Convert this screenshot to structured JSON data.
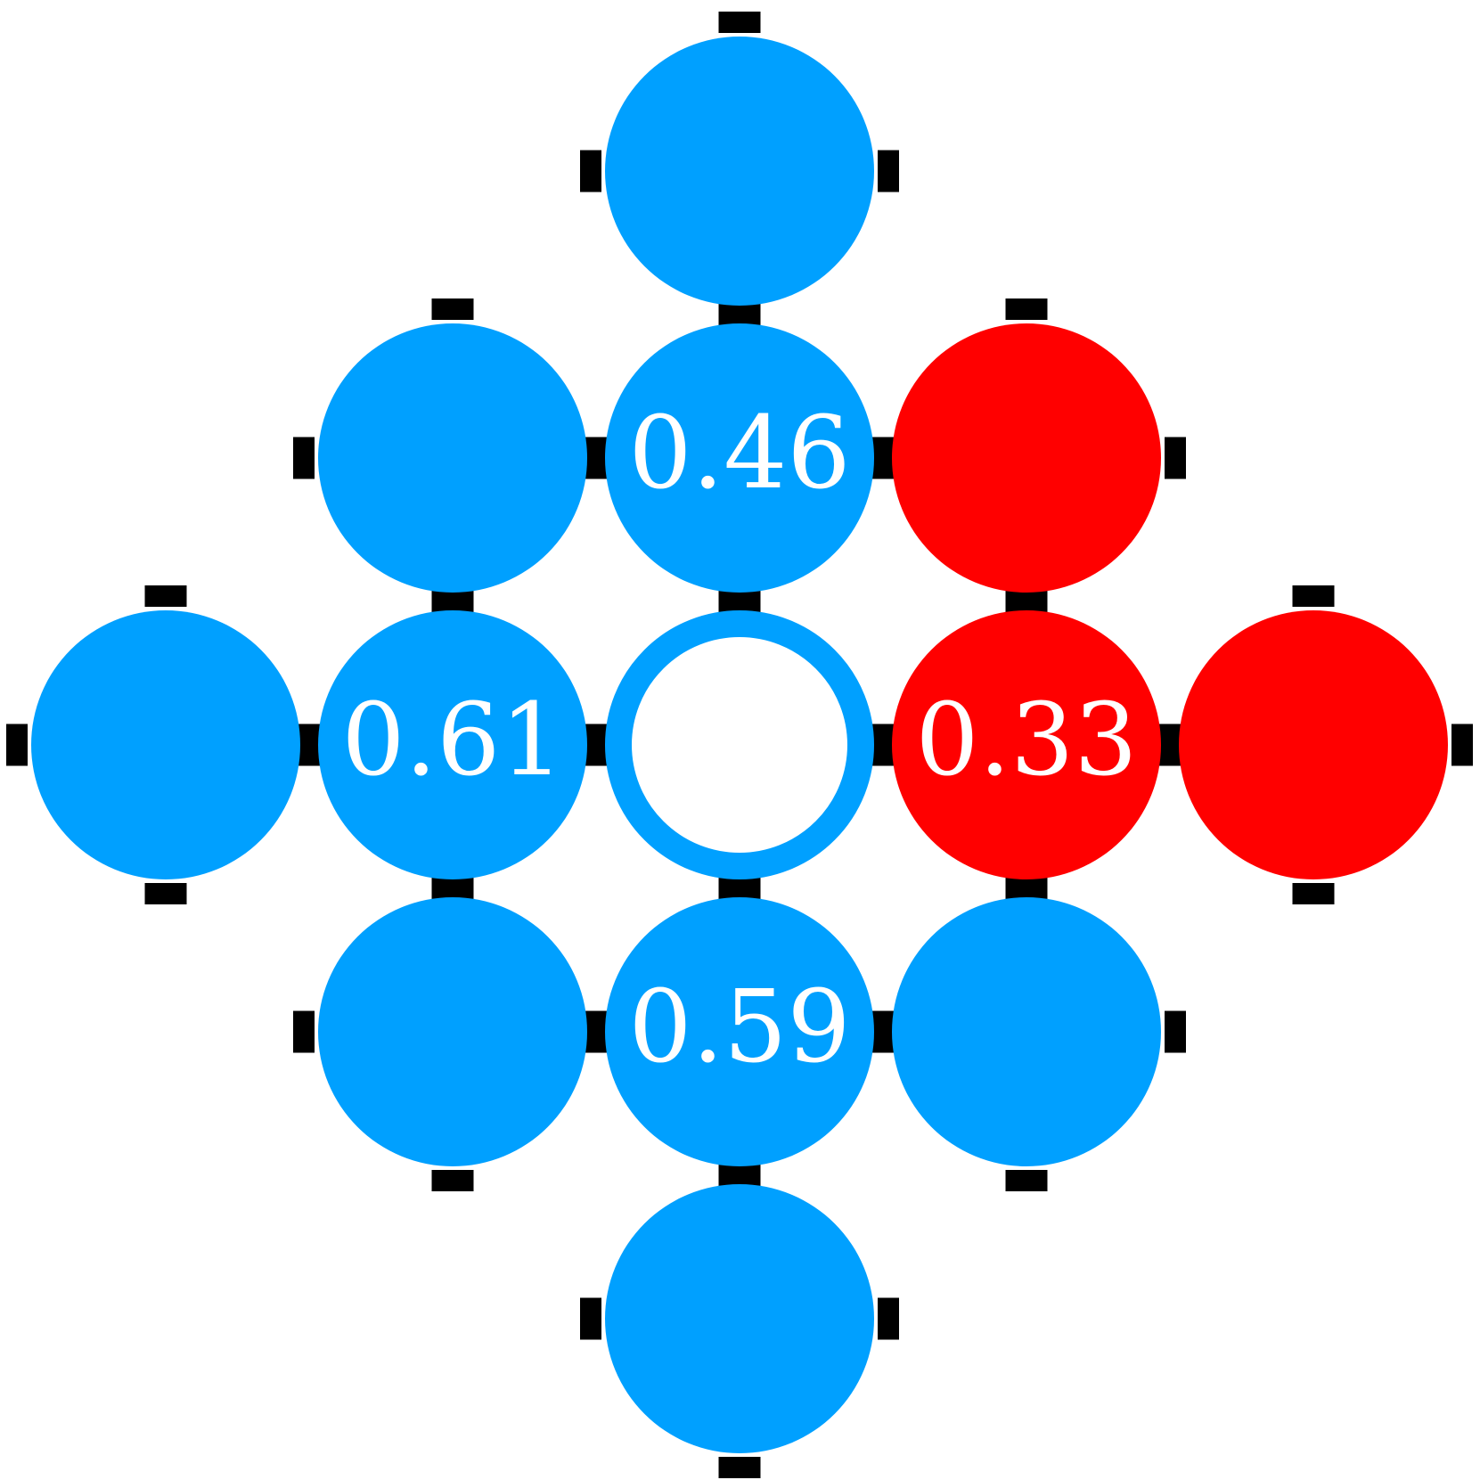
{
  "colors": {
    "blue": "#00a0ff",
    "red": "#ff0000",
    "connector": "#000000",
    "background": "#ffffff"
  },
  "cells": [
    {
      "id": "top-far",
      "row": -2,
      "col": 0,
      "color": "blue",
      "label": ""
    },
    {
      "id": "upper-left",
      "row": -1,
      "col": -1,
      "color": "blue",
      "label": ""
    },
    {
      "id": "up",
      "row": -1,
      "col": 0,
      "color": "blue",
      "label": "0.46"
    },
    {
      "id": "upper-right",
      "row": -1,
      "col": 1,
      "color": "red",
      "label": ""
    },
    {
      "id": "left-far",
      "row": 0,
      "col": -2,
      "color": "blue",
      "label": ""
    },
    {
      "id": "left",
      "row": 0,
      "col": -1,
      "color": "blue",
      "label": "0.61"
    },
    {
      "id": "center",
      "row": 0,
      "col": 0,
      "color": "blue",
      "label": "",
      "hollow": true
    },
    {
      "id": "right",
      "row": 0,
      "col": 1,
      "color": "red",
      "label": "0.33"
    },
    {
      "id": "right-far",
      "row": 0,
      "col": 2,
      "color": "red",
      "label": ""
    },
    {
      "id": "lower-left",
      "row": 1,
      "col": -1,
      "color": "blue",
      "label": ""
    },
    {
      "id": "down",
      "row": 1,
      "col": 0,
      "color": "blue",
      "label": "0.59"
    },
    {
      "id": "lower-right",
      "row": 1,
      "col": 1,
      "color": "blue",
      "label": ""
    },
    {
      "id": "bottom-far",
      "row": 2,
      "col": 0,
      "color": "blue",
      "label": ""
    }
  ]
}
